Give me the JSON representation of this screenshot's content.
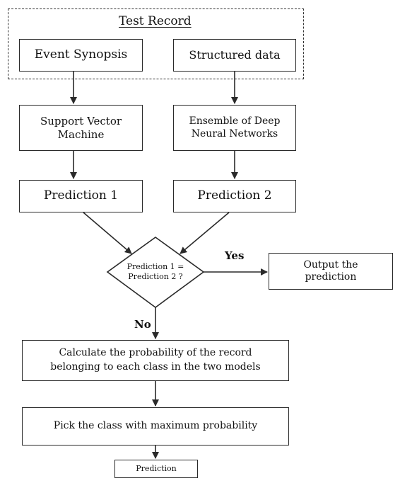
{
  "test_record": {
    "title": "Test Record"
  },
  "nodes": {
    "event_synopsis": "Event Synopsis",
    "structured_data": "Structured data",
    "svm": "Support Vector\nMachine",
    "ensemble": "Ensemble of Deep\nNeural Networks",
    "prediction1": "Prediction 1",
    "prediction2": "Prediction 2",
    "decision": "Prediction 1 =\nPrediction 2 ?",
    "output": "Output the\nprediction",
    "calculate": "Calculate the probability of the record\nbelonging to each class in the two models",
    "pick": "Pick the class with maximum probability",
    "final": "Prediction"
  },
  "labels": {
    "yes": "Yes",
    "no": "No"
  }
}
